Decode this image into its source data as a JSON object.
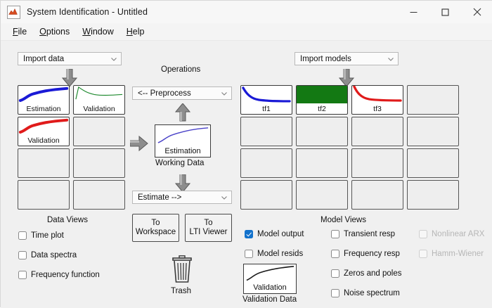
{
  "window": {
    "title": "System Identification - Untitled",
    "icon": "matlab-wave-icon",
    "minimize_label": "Minimize",
    "maximize_label": "Maximize",
    "close_label": "Close"
  },
  "menu": {
    "items": [
      {
        "name": "file",
        "mnemonic": "F",
        "rest": "ile"
      },
      {
        "name": "options",
        "mnemonic": "O",
        "rest": "ptions"
      },
      {
        "name": "window",
        "mnemonic": "W",
        "rest": "indow"
      },
      {
        "name": "help",
        "mnemonic": "H",
        "rest": "elp"
      }
    ]
  },
  "data_panel": {
    "import_combo": {
      "value": "Import data"
    },
    "views_caption": "Data Views",
    "cells": [
      {
        "label": "Estimation",
        "curve": "rise",
        "color": "#1a1ad6",
        "thick": 4.2,
        "filled": true
      },
      {
        "label": "Validation",
        "curve": "spike",
        "color": "#1f8a2f",
        "thick": 1.2,
        "filled": true
      },
      {
        "label": "Validation",
        "curve": "rise",
        "color": "#e01b1b",
        "thick": 4.2,
        "filled": true
      },
      {
        "label": "",
        "curve": "none",
        "color": "",
        "thick": 0,
        "filled": false
      },
      {
        "label": "",
        "curve": "none",
        "color": "",
        "thick": 0,
        "filled": false
      },
      {
        "label": "",
        "curve": "none",
        "color": "",
        "thick": 0,
        "filled": false
      },
      {
        "label": "",
        "curve": "none",
        "color": "",
        "thick": 0,
        "filled": false
      },
      {
        "label": "",
        "curve": "none",
        "color": "",
        "thick": 0,
        "filled": false
      }
    ],
    "views": [
      {
        "label": "Time plot",
        "checked": false,
        "disabled": false
      },
      {
        "label": "Data spectra",
        "checked": false,
        "disabled": false
      },
      {
        "label": "Frequency function",
        "checked": false,
        "disabled": false
      }
    ]
  },
  "operations": {
    "caption": "Operations",
    "preprocess_combo": {
      "value": "<-- Preprocess"
    },
    "estimate_combo": {
      "value": "Estimate -->"
    },
    "working_data": {
      "label": "Estimation",
      "caption": "Working Data",
      "color": "#4a42c8"
    },
    "buttons": [
      {
        "name": "to-workspace",
        "line1": "To",
        "line2": "Workspace"
      },
      {
        "name": "to-lti-viewer",
        "line1": "To",
        "line2": "LTI Viewer"
      }
    ],
    "trash_label": "Trash"
  },
  "model_panel": {
    "import_combo": {
      "value": "Import models"
    },
    "views_caption": "Model Views",
    "cells": [
      {
        "label": "tf1",
        "curve": "decay",
        "color": "#1a1ad6",
        "thick": 3.4,
        "filled": true,
        "selected": false
      },
      {
        "label": "tf2",
        "curve": "none",
        "color": "",
        "thick": 0,
        "filled": true,
        "selected": true
      },
      {
        "label": "tf3",
        "curve": "decay",
        "color": "#e01b1b",
        "thick": 3.4,
        "filled": true,
        "selected": false
      },
      {
        "label": "",
        "curve": "none",
        "color": "",
        "thick": 0,
        "filled": false,
        "selected": false
      },
      {
        "label": "",
        "curve": "none",
        "color": "",
        "thick": 0,
        "filled": false,
        "selected": false
      },
      {
        "label": "",
        "curve": "none",
        "color": "",
        "thick": 0,
        "filled": false,
        "selected": false
      },
      {
        "label": "",
        "curve": "none",
        "color": "",
        "thick": 0,
        "filled": false,
        "selected": false
      },
      {
        "label": "",
        "curve": "none",
        "color": "",
        "thick": 0,
        "filled": false,
        "selected": false
      },
      {
        "label": "",
        "curve": "none",
        "color": "",
        "thick": 0,
        "filled": false,
        "selected": false
      },
      {
        "label": "",
        "curve": "none",
        "color": "",
        "thick": 0,
        "filled": false,
        "selected": false
      },
      {
        "label": "",
        "curve": "none",
        "color": "",
        "thick": 0,
        "filled": false,
        "selected": false
      },
      {
        "label": "",
        "curve": "none",
        "color": "",
        "thick": 0,
        "filled": false,
        "selected": false
      },
      {
        "label": "",
        "curve": "none",
        "color": "",
        "thick": 0,
        "filled": false,
        "selected": false
      },
      {
        "label": "",
        "curve": "none",
        "color": "",
        "thick": 0,
        "filled": false,
        "selected": false
      },
      {
        "label": "",
        "curve": "none",
        "color": "",
        "thick": 0,
        "filled": false,
        "selected": false
      },
      {
        "label": "",
        "curve": "none",
        "color": "",
        "thick": 0,
        "filled": false,
        "selected": false
      }
    ],
    "validation_data": {
      "label": "Validation",
      "caption": "Validation Data",
      "color": "#1a1a1a"
    },
    "views_col1": [
      {
        "label": "Model output",
        "checked": true,
        "disabled": false
      },
      {
        "label": "Model resids",
        "checked": false,
        "disabled": false
      }
    ],
    "views_col2": [
      {
        "label": "Transient resp",
        "checked": false,
        "disabled": false
      },
      {
        "label": "Frequency resp",
        "checked": false,
        "disabled": false
      },
      {
        "label": "Zeros and poles",
        "checked": false,
        "disabled": false
      },
      {
        "label": "Noise spectrum",
        "checked": false,
        "disabled": false
      }
    ],
    "views_col3": [
      {
        "label": "Nonlinear ARX",
        "checked": false,
        "disabled": true
      },
      {
        "label": "Hamm-Wiener",
        "checked": false,
        "disabled": true
      }
    ]
  },
  "colors": {
    "accent_checkbox": "#1372cc",
    "selected_model": "#137913",
    "estimation_curve": "#1a1ad6",
    "validation_green": "#1f8a2f",
    "validation_red": "#e01b1b",
    "working_data_curve": "#4a42c8",
    "background": "#f0f0f0"
  }
}
